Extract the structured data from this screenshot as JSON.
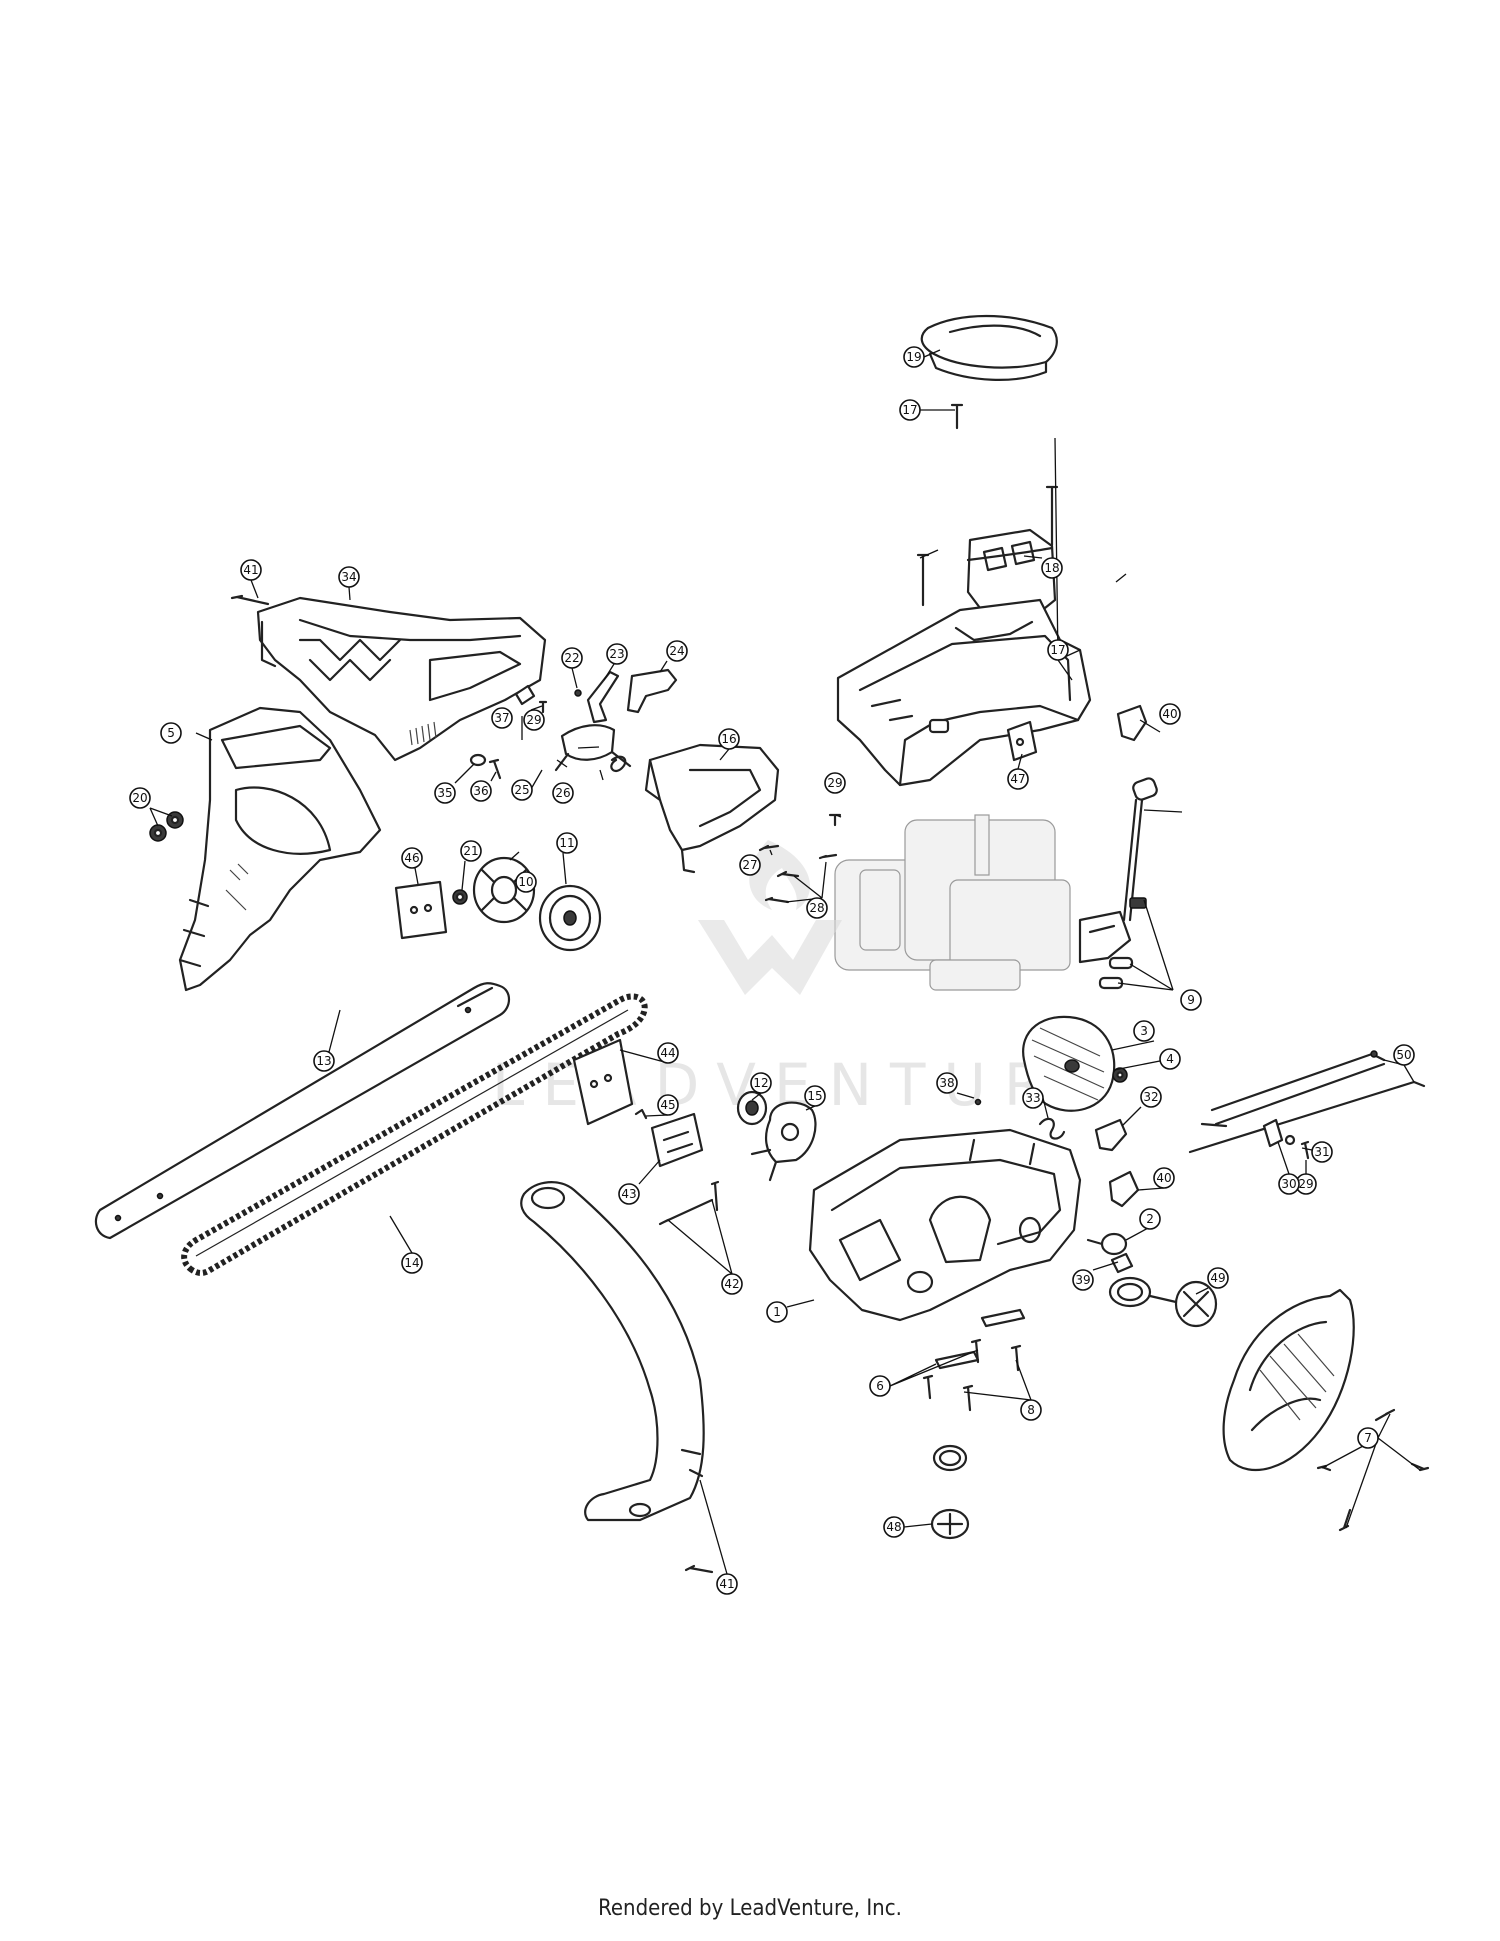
{
  "watermark": {
    "brand": "LEADVENTURE"
  },
  "footer": {
    "text": "Rendered by LeadVenture, Inc."
  },
  "callouts": [
    {
      "n": "1"
    },
    {
      "n": "2"
    },
    {
      "n": "3"
    },
    {
      "n": "4"
    },
    {
      "n": "5"
    },
    {
      "n": "6"
    },
    {
      "n": "7"
    },
    {
      "n": "8"
    },
    {
      "n": "9"
    },
    {
      "n": "10"
    },
    {
      "n": "11"
    },
    {
      "n": "12"
    },
    {
      "n": "13"
    },
    {
      "n": "14"
    },
    {
      "n": "15"
    },
    {
      "n": "16"
    },
    {
      "n": "17"
    },
    {
      "n": "17"
    },
    {
      "n": "18"
    },
    {
      "n": "19"
    },
    {
      "n": "20"
    },
    {
      "n": "21"
    },
    {
      "n": "22"
    },
    {
      "n": "23"
    },
    {
      "n": "24"
    },
    {
      "n": "25"
    },
    {
      "n": "26"
    },
    {
      "n": "27"
    },
    {
      "n": "28"
    },
    {
      "n": "29"
    },
    {
      "n": "29"
    },
    {
      "n": "29"
    },
    {
      "n": "30"
    },
    {
      "n": "31"
    },
    {
      "n": "32"
    },
    {
      "n": "33"
    },
    {
      "n": "34"
    },
    {
      "n": "35"
    },
    {
      "n": "36"
    },
    {
      "n": "37"
    },
    {
      "n": "38"
    },
    {
      "n": "39"
    },
    {
      "n": "40"
    },
    {
      "n": "40"
    },
    {
      "n": "41"
    },
    {
      "n": "41"
    },
    {
      "n": "42"
    },
    {
      "n": "43"
    },
    {
      "n": "44"
    },
    {
      "n": "45"
    },
    {
      "n": "46"
    },
    {
      "n": "47"
    },
    {
      "n": "48"
    },
    {
      "n": "49"
    },
    {
      "n": "50"
    }
  ]
}
